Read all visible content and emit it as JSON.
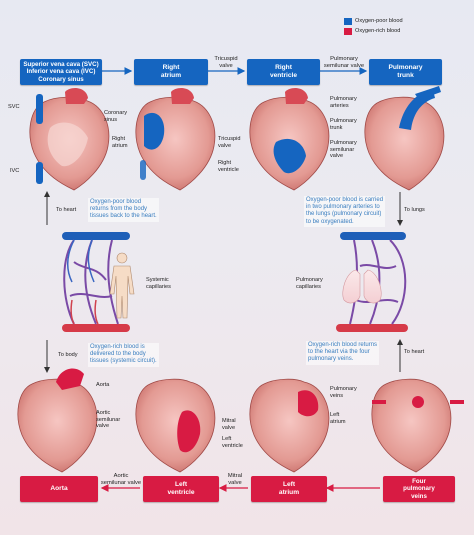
{
  "legend": {
    "oxygen_poor": "Oxygen-poor blood",
    "oxygen_rich": "Oxygen-rich blood",
    "poor_color": "#1565c0",
    "rich_color": "#d81b43"
  },
  "top_row": {
    "box1": "Superior vena cava (SVC)\nInferior vena cava (IVC)\nCoronary sinus",
    "box2": "Right\natrium",
    "box3": "Right\nventricle",
    "box4": "Pulmonary\ntrunk",
    "valve1": "Tricuspid\nvalve",
    "valve2": "Pulmonary\nsemilunar valve"
  },
  "bottom_row": {
    "box1": "Aorta",
    "box2": "Left\nventricle",
    "box3": "Left\natrium",
    "box4": "Four\npulmonary\nveins",
    "valve1": "Aortic\nsemilunar valve",
    "valve2": "Mitral\nvalve"
  },
  "heart_labels": {
    "svc": "SVC",
    "ivc": "IVC",
    "coronary_sinus": "Coronary\nsinus",
    "right_atrium": "Right\natrium",
    "tricuspid_valve": "Tricuspid\nvalve",
    "right_ventricle": "Right\nventricle",
    "pulmonary_arteries": "Pulmonary\narteries",
    "pulmonary_trunk": "Pulmonary\ntrunk",
    "pulmonary_semilunar": "Pulmonary\nsemilunar\nvalve",
    "aorta": "Aorta",
    "aortic_semilunar": "Aortic\nsemilunar\nvalve",
    "mitral_valve": "Mitral\nvalve",
    "left_ventricle": "Left\nventricle",
    "left_atrium": "Left\natrium",
    "pulmonary_veins": "Pulmonary\nveins"
  },
  "circulation": {
    "systemic_capillaries": "Systemic\ncapillaries",
    "pulmonary_capillaries": "Pulmonary\ncapillaries",
    "note_top_left": "Oxygen-poor blood\nreturns from the body\ntissues back to the heart.",
    "note_top_right": "Oxygen-poor blood is carried\nin two pulmonary arteries to\nthe lungs (pulmonary circuit)\nto be oxygenated.",
    "note_bottom_left": "Oxygen-rich blood is\ndelivered to the body\ntissues (systemic circuit).",
    "note_bottom_right": "Oxygen-rich blood returns\nto the heart via the four\npulmonary veins.",
    "to_heart_left": "To heart",
    "to_lungs": "To lungs",
    "to_body": "To body",
    "to_heart_right": "To heart"
  }
}
